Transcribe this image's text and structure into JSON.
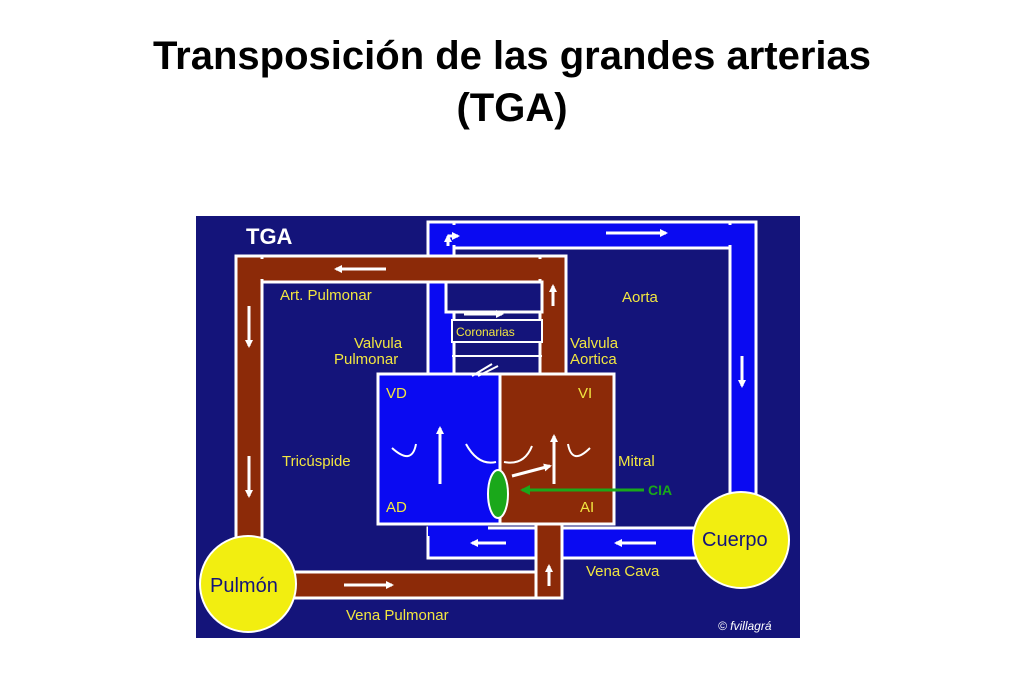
{
  "slide": {
    "title_line1": "Transposición de las grandes arterias",
    "title_line2": "(TGA)"
  },
  "diagram": {
    "tag": "TGA",
    "labels": {
      "art_pulmonar": "Art. Pulmonar",
      "aorta": "Aorta",
      "coronarias": "Coronarias",
      "valvula_pulmonar_1": "Valvula",
      "valvula_pulmonar_2": "Pulmonar",
      "valvula_aortica_1": "Valvula",
      "valvula_aortica_2": "Aortica",
      "vd": "VD",
      "vi": "VI",
      "tricuspide": "Tricúspide",
      "mitral": "Mitral",
      "ad": "AD",
      "ai": "AI",
      "cia": "CIA",
      "cuerpo": "Cuerpo",
      "pulmon": "Pulmón",
      "vena_cava": "Vena Cava",
      "vena_pulmonar": "Vena Pulmonar",
      "credit": "© fvillagrá"
    },
    "colors": {
      "background": "#14147a",
      "venous_blue": "#0a0af2",
      "arterial_brown": "#8c2a08",
      "outline": "#ffffff",
      "label_yellow": "#f2e640",
      "organ_yellow": "#f2ee10",
      "cia_green": "#1aa81a"
    }
  }
}
